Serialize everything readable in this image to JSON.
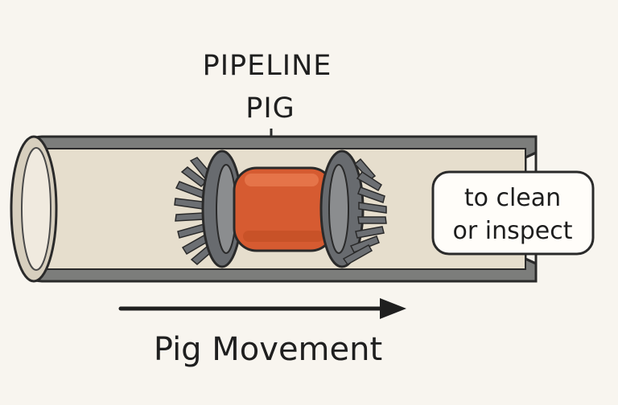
{
  "title": {
    "line1": "PIPELINE",
    "line2": "PIG"
  },
  "callout": {
    "line1": "to clean",
    "line2": "or inspect"
  },
  "movement": {
    "label": "Pig Movement"
  },
  "colors": {
    "background": "#f8f5ef",
    "pipe_fill": "#e6decd",
    "pipe_wall": "#7c7d7b",
    "pig_body": "#d65b31",
    "pig_brush": "#6c6f73",
    "outline": "#2a2a2a"
  },
  "icons": {
    "movement_arrow": "right-arrow-icon"
  }
}
